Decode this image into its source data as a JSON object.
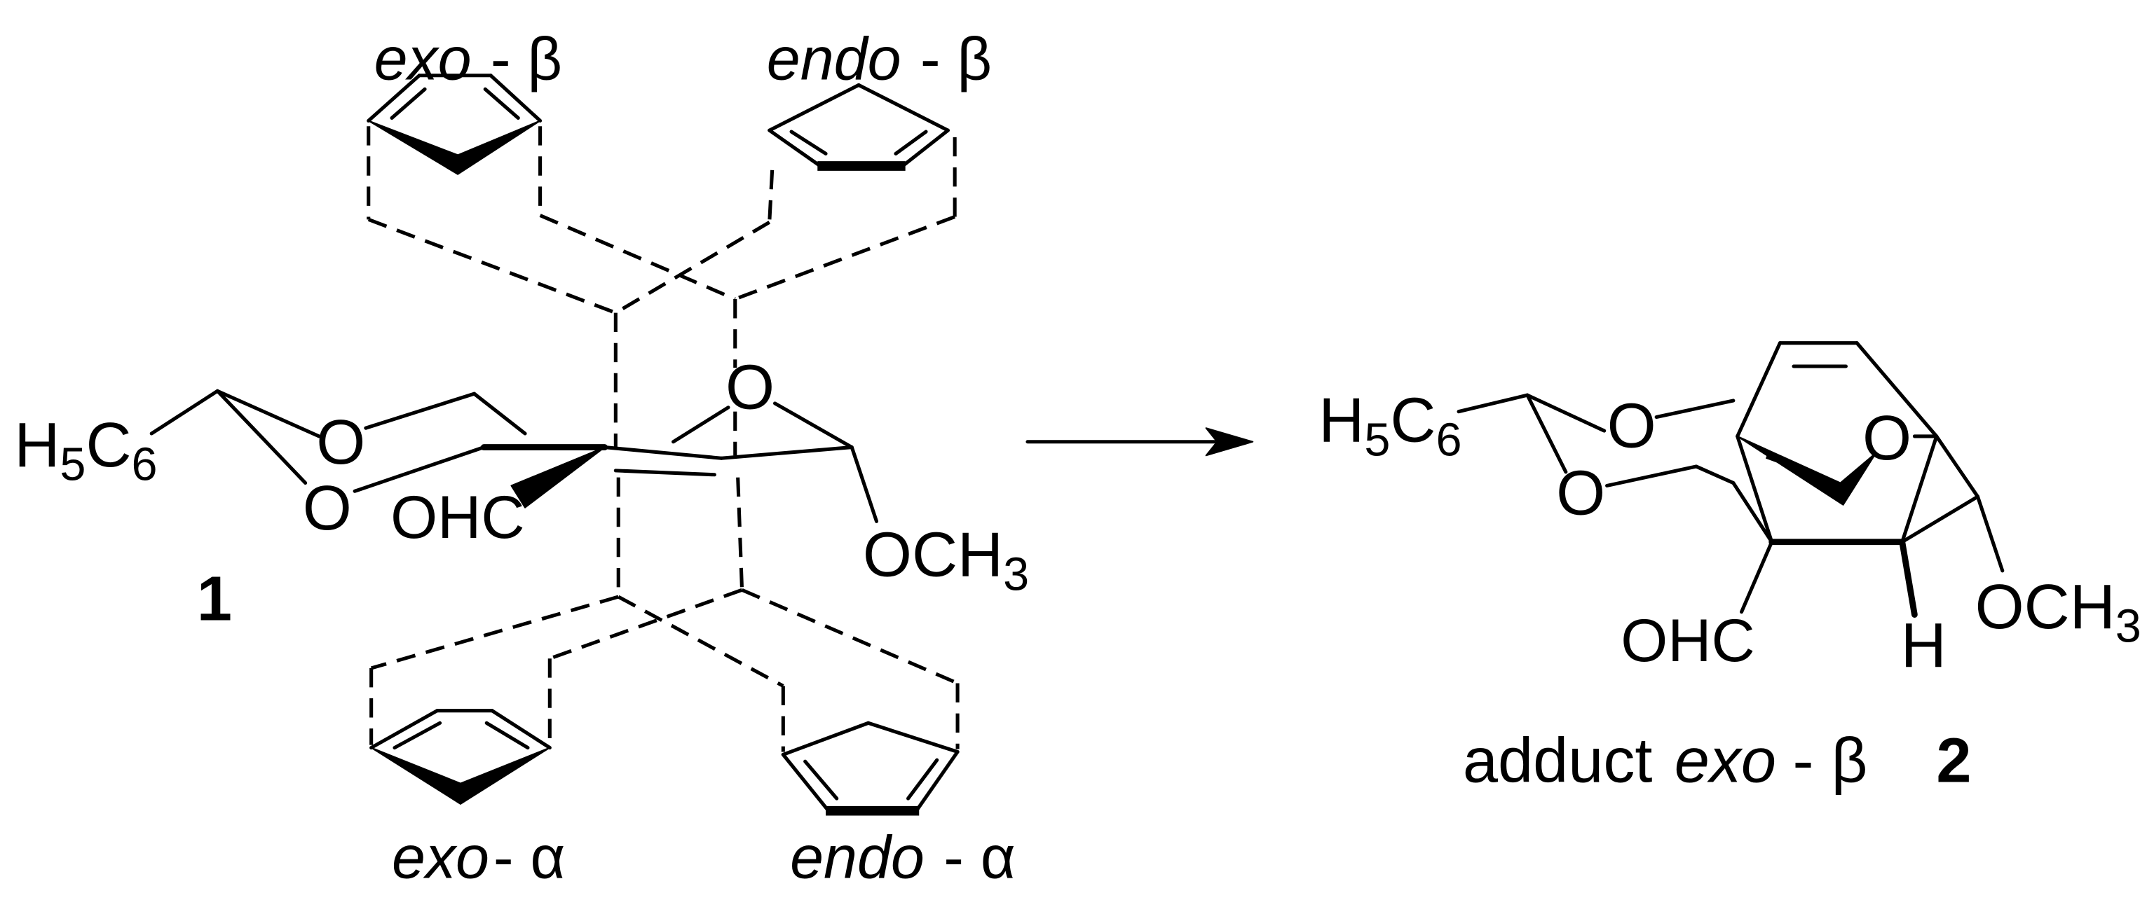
{
  "reactant": {
    "number": "1",
    "substituent": {
      "h": "H",
      "h_sub": "5",
      "c": "C",
      "c_sub": "6"
    },
    "acetal_o_top": "O",
    "acetal_o_bottom": "O",
    "ring_o": "O",
    "aldehyde": "OHC",
    "methoxy": {
      "main": "OCH",
      "sub": "3"
    }
  },
  "approaches": {
    "exo_beta": {
      "stereo": "exo",
      "face": "- β"
    },
    "endo_beta": {
      "stereo": "endo",
      "face": "- β"
    },
    "exo_alpha": {
      "stereo": "exo",
      "face": "- α"
    },
    "endo_alpha": {
      "stereo": "endo",
      "face": "- α"
    }
  },
  "product": {
    "substituent": {
      "h": "H",
      "h_sub": "5",
      "c": "C",
      "c_sub": "6"
    },
    "acetal_o_top": "O",
    "acetal_o_bottom": "O",
    "bridge_o": "O",
    "aldehyde": "OHC",
    "hydrogen": "H",
    "methoxy": {
      "main": "OCH",
      "sub": "3"
    },
    "caption": {
      "word": "adduct",
      "stereo": "exo",
      "face": "- β",
      "number": "2"
    }
  },
  "colors": {
    "ink": "#000000",
    "background": "#ffffff"
  }
}
